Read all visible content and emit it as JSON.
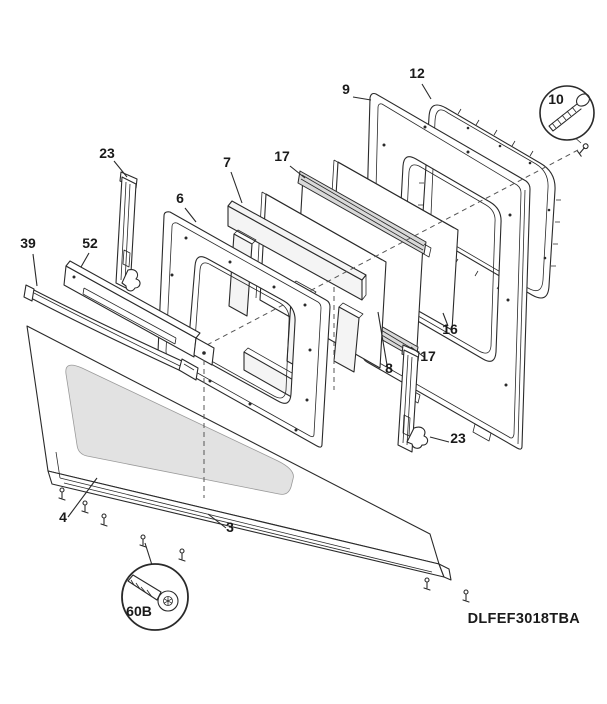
{
  "diagram": {
    "footer_code": "DLFEF3018TBA",
    "colors": {
      "line": "#2a2a2a",
      "glass_fill": "#e2e2e2",
      "panel_fill": "#ffffff",
      "rail_fill": "#d9d9d9",
      "background": "#ffffff"
    },
    "callouts": [
      {
        "part": "hinge-left",
        "label": "23"
      },
      {
        "part": "inner-door-panel",
        "label": "6"
      },
      {
        "part": "insulation-frame",
        "label": "7"
      },
      {
        "part": "glass-panel-top-rail",
        "label": "17"
      },
      {
        "part": "door-liner-panel",
        "label": "9"
      },
      {
        "part": "door-gasket",
        "label": "12"
      },
      {
        "part": "bolt-detail",
        "label": "10"
      },
      {
        "part": "door-handle",
        "label": "39"
      },
      {
        "part": "handle-trim",
        "label": "52"
      },
      {
        "part": "rear-glass-panel",
        "label": "16"
      },
      {
        "part": "glass-bottom-rail",
        "label": "17"
      },
      {
        "part": "mid-glass-panel",
        "label": "8"
      },
      {
        "part": "hinge-right",
        "label": "23"
      },
      {
        "part": "window-inner-frame",
        "label": "4"
      },
      {
        "part": "outer-door-panel",
        "label": "3"
      },
      {
        "part": "screw-detail",
        "label": "60B"
      }
    ]
  }
}
